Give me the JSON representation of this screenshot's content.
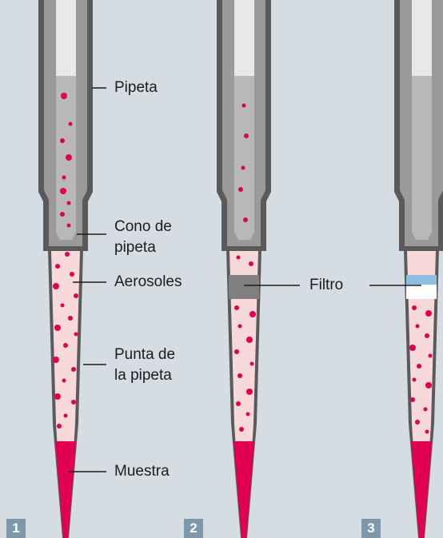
{
  "labels": {
    "pipette": "Pipeta",
    "cone_line1": "Cono de",
    "cone_line2": "pipeta",
    "aerosols": "Aerosoles",
    "tip_line1": "Punta de",
    "tip_line2": "la pipeta",
    "sample": "Muestra",
    "filter": "Filtro"
  },
  "panel_numbers": [
    "1",
    "2",
    "3"
  ],
  "colors": {
    "background": "#d5dde2",
    "pipette_body": "#5a5a5a",
    "pipette_inner": "#9a9a9a",
    "tip_fill": "#f7d9d9",
    "sample": "#e0004f",
    "aerosol": "#e0004f",
    "filter_gray": "#808080",
    "filter_blue": "#8ebedf",
    "number_badge": "#7e98a9"
  }
}
